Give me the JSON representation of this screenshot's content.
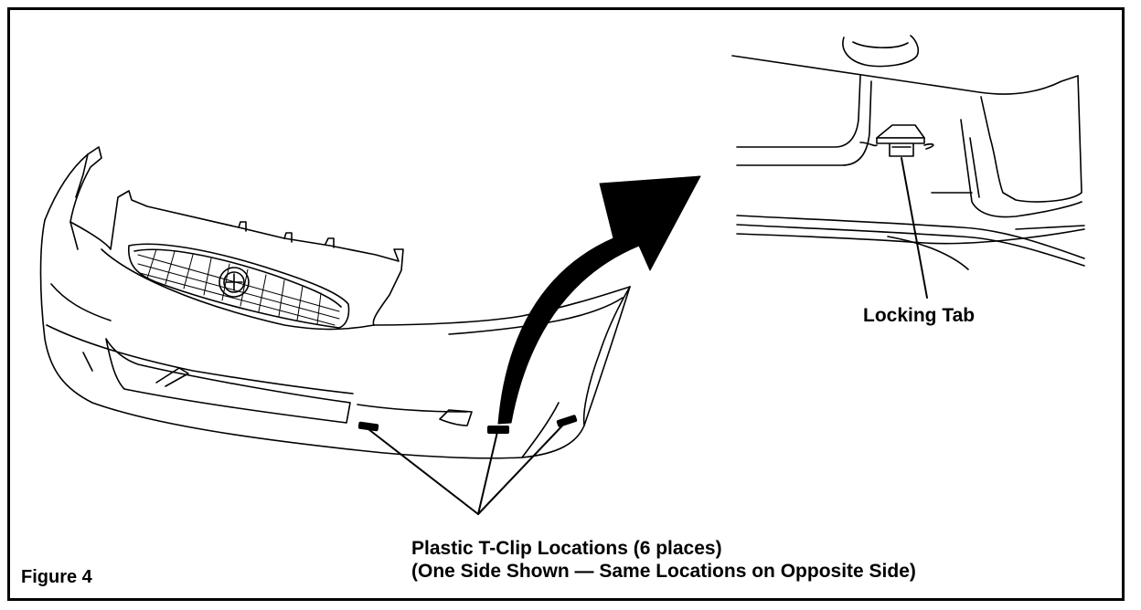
{
  "figure": {
    "label": "Figure 4"
  },
  "callouts": {
    "locking_tab": "Locking Tab",
    "clip_locations": "Plastic T-Clip Locations (6 places)",
    "clip_note": "(One Side Shown — Same Locations on Opposite Side)"
  },
  "illustration": {
    "main": "front-bumper-cover",
    "inset": "t-clip-detail",
    "arrow": "zoom-arrow-icon",
    "line_color": "#000000",
    "background_color": "#ffffff"
  }
}
